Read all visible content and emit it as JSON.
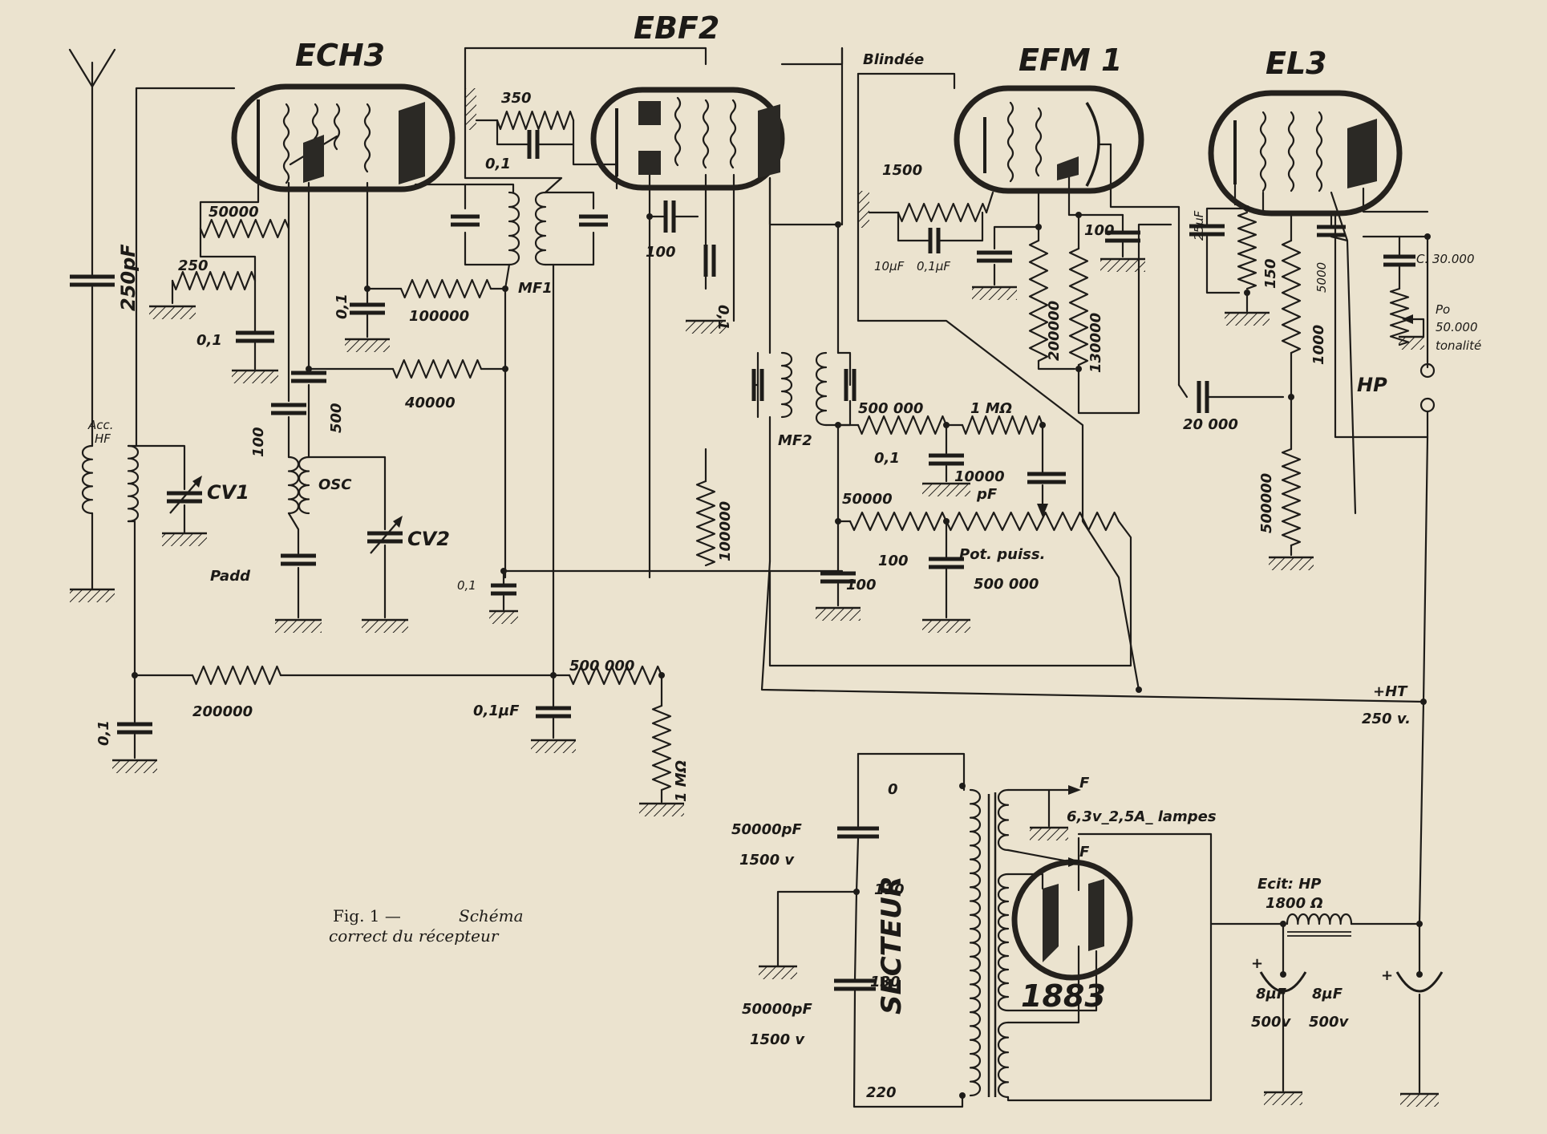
{
  "figure": {
    "caption_prefix": "Fig. 1 —",
    "caption_line1": "Schéma",
    "caption_line2": "correct du récepteur",
    "background_color": "#ebe3cf",
    "ink_color": "#1e1c19"
  },
  "tubes": [
    {
      "id": "ech3",
      "name": "ECH3",
      "role": "triode-hexode frequency changer"
    },
    {
      "id": "ebf2",
      "name": "EBF2",
      "role": "IF amplifier / duo-diode"
    },
    {
      "id": "efm1",
      "name": "EFM 1",
      "role": "AF preamp / magic eye",
      "note": "Blindée"
    },
    {
      "id": "el3",
      "name": "EL3",
      "role": "output pentode"
    },
    {
      "id": "rect",
      "name": "1883",
      "role": "rectifier"
    }
  ],
  "labels": {
    "ant_cap": "250pF",
    "acc_hf_1": "Acc.",
    "acc_hf_2": "HF",
    "cv1": "CV1",
    "cv2": "CV2",
    "padd": "Padd",
    "osc": "OSC",
    "r_50000": "50000",
    "r_250": "250",
    "c_01_a": "0,1",
    "c_01_b": "0,1",
    "r_100000_a": "100000",
    "c_100_osc": "100",
    "c_500": "500",
    "r_40000": "40000",
    "mf1": "MF1",
    "r_350": "350",
    "c_01_ebf": "0,1",
    "c_100_ebf": "100",
    "c_01_ebf2": "0,1",
    "r_100000_b": "100000",
    "c_01_mid": "0,1",
    "mf2": "MF2",
    "r_500000_det": "500 000",
    "r_1mohm_det": "1 MΩ",
    "c_01_det": "0,1",
    "c_10000pf_1": "10000",
    "c_10000pf_2": "pF",
    "r_50000_det": "50000",
    "c_100_det_a": "100",
    "c_100_det_b": "100",
    "pot_1": "Pot. puiss.",
    "pot_2": "500 000",
    "blindee": "Blindée",
    "r_1500": "1500",
    "c_10uf": "10µF",
    "c_01uf_efm": "0,1µF",
    "c_100_efm": "100",
    "r_200000": "200000",
    "r_130000": "130000",
    "c_25uf": "25µF",
    "r_150": "150",
    "c_5000": "5000",
    "r_1000": "1000",
    "c_20000": "20 000",
    "r_500000_el3": "500000",
    "c_30000": "C. 30.000",
    "po_1": "Po",
    "po_2": "50.000",
    "po_3": "tonalité",
    "hp": "HP",
    "r_200000_agc": "200000",
    "c_01_agc": "0,1",
    "c_01uf_agc": "0,1µF",
    "r_500000_agc": "500 000",
    "r_1mohm_agc": "1 MΩ",
    "ht": "+HT",
    "ht_v": "250 v.",
    "c_50000pf_1a": "50000pF",
    "c_50000pf_1b": "1500 v",
    "c_50000pf_2a": "50000pF",
    "c_50000pf_2b": "1500 v",
    "secteur": "SECTEUR",
    "tap_0": "0",
    "tap_110": "110",
    "tap_130": "130",
    "tap_220": "220",
    "fil_f1": "F",
    "fil_f2": "F",
    "heater": "6,3v_2,5A_ lampes",
    "excit_1": "Ecit: HP",
    "excit_2": "1800 Ω",
    "c_8uf_a": "8µF",
    "c_8uf_b": "8µF",
    "c_500v_a": "500v",
    "c_500v_b": "500v",
    "plus_a": "+",
    "plus_b": "+"
  }
}
